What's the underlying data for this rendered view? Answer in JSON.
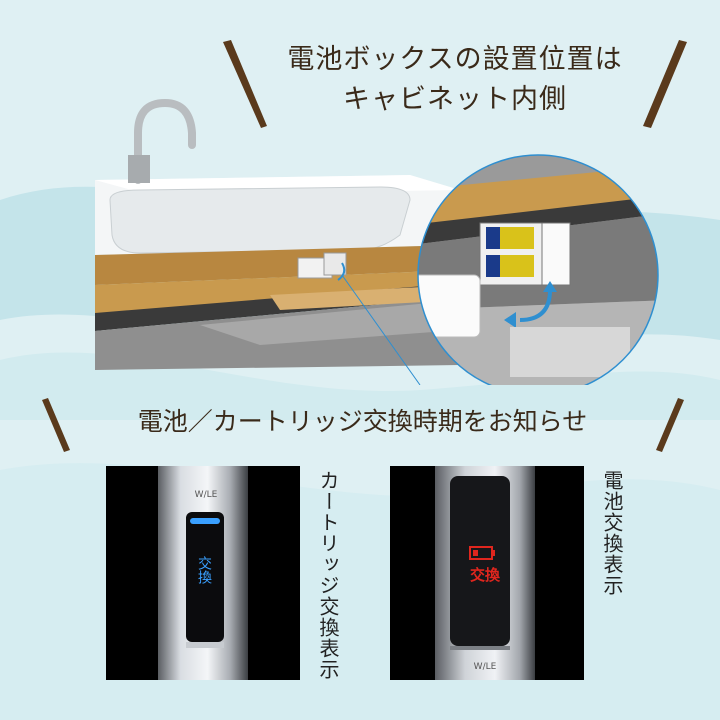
{
  "top_heading": {
    "line1": "電池ボックスの設置位置は",
    "line2": "キャビネット内側"
  },
  "middle_heading": "電池／カートリッジ交換時期をお知らせ",
  "left_panel": {
    "top_mark": "W/LE",
    "indicator_text": "交換",
    "vertical_label": "カートリッジ交換表示"
  },
  "right_panel": {
    "bottom_mark": "W/LE",
    "indicator_text": "交換",
    "vertical_label": "電池交換表示"
  },
  "colors": {
    "background": "#dff0f3",
    "wave": "#bfe1e7",
    "heading_text": "#3a2a1a",
    "accent_stroke": "#5a3a1c",
    "cabinet_wood": "#c99a4e",
    "cabinet_dark": "#3a3a3a",
    "arrow_blue": "#2f8fd0",
    "cartridge_indicator": "#3aa0ff",
    "battery_indicator": "#e0261e"
  }
}
